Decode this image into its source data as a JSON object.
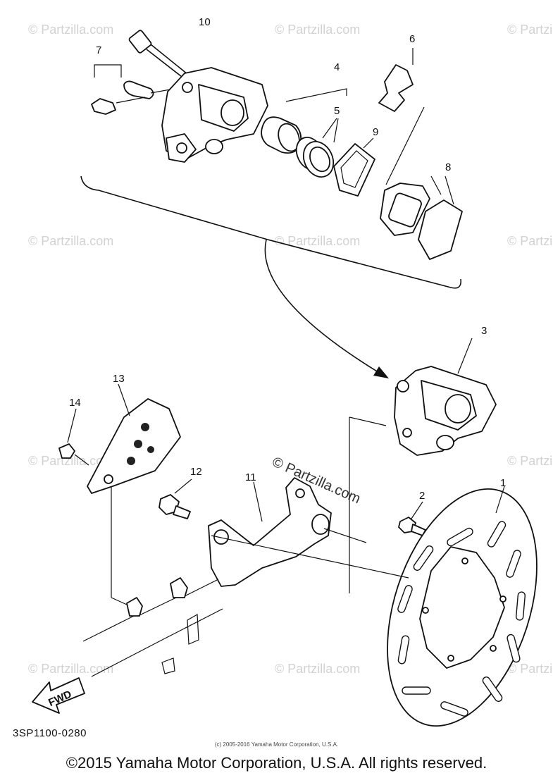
{
  "diagram": {
    "part_numbers": [
      "1",
      "2",
      "3",
      "4",
      "5",
      "6",
      "7",
      "8",
      "9",
      "10",
      "11",
      "12",
      "13",
      "14"
    ],
    "direction_label": "FWD",
    "drawing_code": "3SP1100-0280",
    "watermark_text": "© Partzilla.com",
    "small_copyright": "(c) 2005-2016 Yamaha Motor Corporation, U.S.A.",
    "footer_copyright": "©2015 Yamaha Motor Corporation, U.S.A. All rights reserved."
  }
}
